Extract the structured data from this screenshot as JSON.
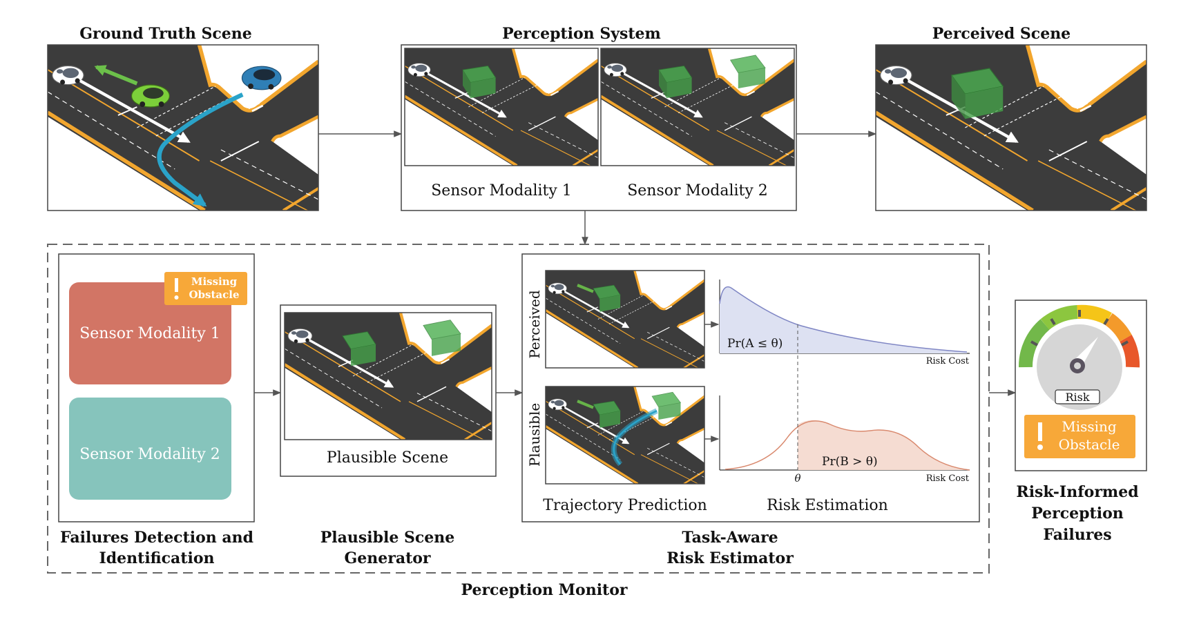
{
  "headings": {
    "ground_truth": "Ground Truth Scene",
    "perception_system": "Perception System",
    "perceived_scene": "Perceived Scene"
  },
  "perception_system": {
    "modality1": "Sensor Modality 1",
    "modality2": "Sensor Modality 2"
  },
  "monitor": {
    "title": "Perception Monitor",
    "failures_box": {
      "modality1": "Sensor Modality 1",
      "modality2": "Sensor Modality 2",
      "badge_line1": "Missing",
      "badge_line2": "Obstacle",
      "caption_line1": "Failures Detection and",
      "caption_line2": "Identification"
    },
    "plausible_generator": {
      "scene_label": "Plausible Scene",
      "caption_line1": "Plausible Scene",
      "caption_line2": "Generator"
    },
    "risk_estimator": {
      "row1_label": "Perceived",
      "row2_label": "Plausible",
      "formula_top": "Pr(A ≤ θ)",
      "formula_bottom": "Pr(B > θ)",
      "axis_label_top": "Risk Cost",
      "axis_label_bottom": "Risk Cost",
      "theta": "θ",
      "trajectory_label": "Trajectory Prediction",
      "risk_label": "Risk Estimation",
      "caption_line1": "Task-Aware",
      "caption_line2": "Risk Estimator"
    }
  },
  "output": {
    "gauge_label": "Risk",
    "badge_line1": "Missing",
    "badge_line2": "Obstacle",
    "caption_line1": "Risk-Informed",
    "caption_line2": "Perception",
    "caption_line3": "Failures"
  },
  "colors": {
    "road": "#3a3a3a",
    "curb": "#f2a62e",
    "obstacle_green": "#4caf50",
    "trajectory_blue": "#2aa3c9",
    "modality1_fill": "#d27565",
    "modality2_fill": "#86c4bc",
    "badge_orange": "#f7a839",
    "curve_top": "#7f86c4",
    "curve_bottom": "#d9896e"
  }
}
